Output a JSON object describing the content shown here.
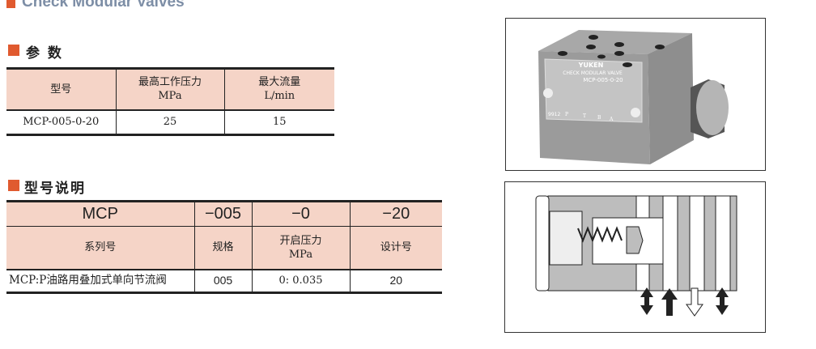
{
  "page_title": "Check Modular Valves",
  "section_params": {
    "heading": "参 数",
    "headers": [
      {
        "line1": "型号",
        "line2": ""
      },
      {
        "line1": "最高工作压力",
        "line2": "MPa"
      },
      {
        "line1": "最大流量",
        "line2": "L/min"
      }
    ],
    "row": [
      "MCP-005-0-20",
      "25",
      "15"
    ]
  },
  "section_model": {
    "heading": "型号说明",
    "codes": [
      "MCP",
      "−005",
      "−0",
      "−20"
    ],
    "labels": [
      {
        "line1": "系列号",
        "line2": ""
      },
      {
        "line1": "规格",
        "line2": ""
      },
      {
        "line1": "开启压力",
        "line2": "MPa"
      },
      {
        "line1": "设计号",
        "line2": ""
      }
    ],
    "values": [
      "MCP:P油路用叠加式单向节流阀",
      "005",
      "0: 0.035",
      "20"
    ]
  },
  "photo": {
    "brand": "YUKEN",
    "label": "CHECK MODULAR VALVE",
    "model": "MCP-005-0-20",
    "ports": [
      "P",
      "T",
      "B",
      "A"
    ],
    "code": "9912"
  },
  "colors": {
    "accent": "#e05a2f",
    "header_bg": "#f5d4c7",
    "title": "#7d8ea6"
  }
}
